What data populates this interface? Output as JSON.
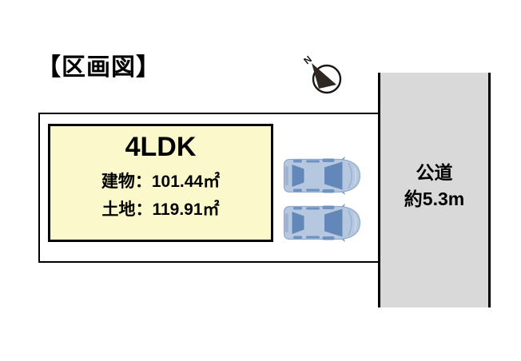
{
  "title": "【区画図】",
  "compass": {
    "north_label": "N"
  },
  "road": {
    "name": "公道",
    "width": "約5.3m",
    "fill": "#d9d9d9"
  },
  "lot": {
    "building": {
      "floor_plan": "4LDK",
      "building_area": "建物：101.44㎡",
      "land_area": "土地：119.91㎡",
      "fill": "#fbf8cb"
    },
    "cars": [
      {
        "name": "car-top-view-icon"
      },
      {
        "name": "car-top-view-icon"
      }
    ]
  },
  "colors": {
    "building_yellow": "#fbf8cb",
    "road_gray": "#d9d9d9",
    "car_body_blue": "#b6c8e0",
    "car_window_blue": "#6287b8",
    "line_black": "#000000"
  }
}
